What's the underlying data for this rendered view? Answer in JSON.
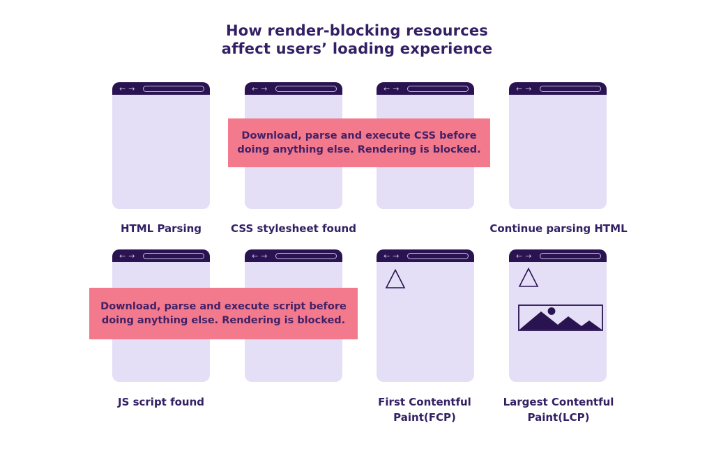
{
  "title": {
    "lines": [
      "How render-blocking resources",
      "affect users’ loading experience"
    ]
  },
  "icons": {
    "back_arrow": "←",
    "forward_arrow": "→",
    "placeholder_triangle": "triangle-outline",
    "placeholder_image": "mountain-image"
  },
  "colors": {
    "dark_purple": "#291350",
    "window_body_lavender": "#E4DFF6",
    "callout_pink": "#F3798D",
    "heading_text": "#332064",
    "callout_text": "#432166",
    "titlebar_accent": "#C9BFE8",
    "background": "#FFFFFF"
  },
  "callouts": [
    {
      "lines": [
        "Download, parse and execute CSS before",
        "doing anything else. Rendering is blocked."
      ]
    },
    {
      "lines": [
        "Download, parse and execute script before",
        "doing anything else. Rendering is blocked."
      ]
    }
  ],
  "windows": [
    {
      "label_lines": [
        "HTML Parsing"
      ],
      "content": "blank"
    },
    {
      "label_lines": [
        "CSS stylesheet found"
      ],
      "content": "blank"
    },
    {
      "label_lines": [],
      "content": "blank"
    },
    {
      "label_lines": [
        "Continue parsing HTML"
      ],
      "content": "blank"
    },
    {
      "label_lines": [
        "JS script found"
      ],
      "content": "blank"
    },
    {
      "label_lines": [],
      "content": "blank"
    },
    {
      "label_lines": [
        "First Contentful",
        "Paint(FCP)"
      ],
      "content": "triangle"
    },
    {
      "label_lines": [
        "Largest Contentful",
        "Paint(LCP)"
      ],
      "content": "triangle-and-image"
    }
  ]
}
